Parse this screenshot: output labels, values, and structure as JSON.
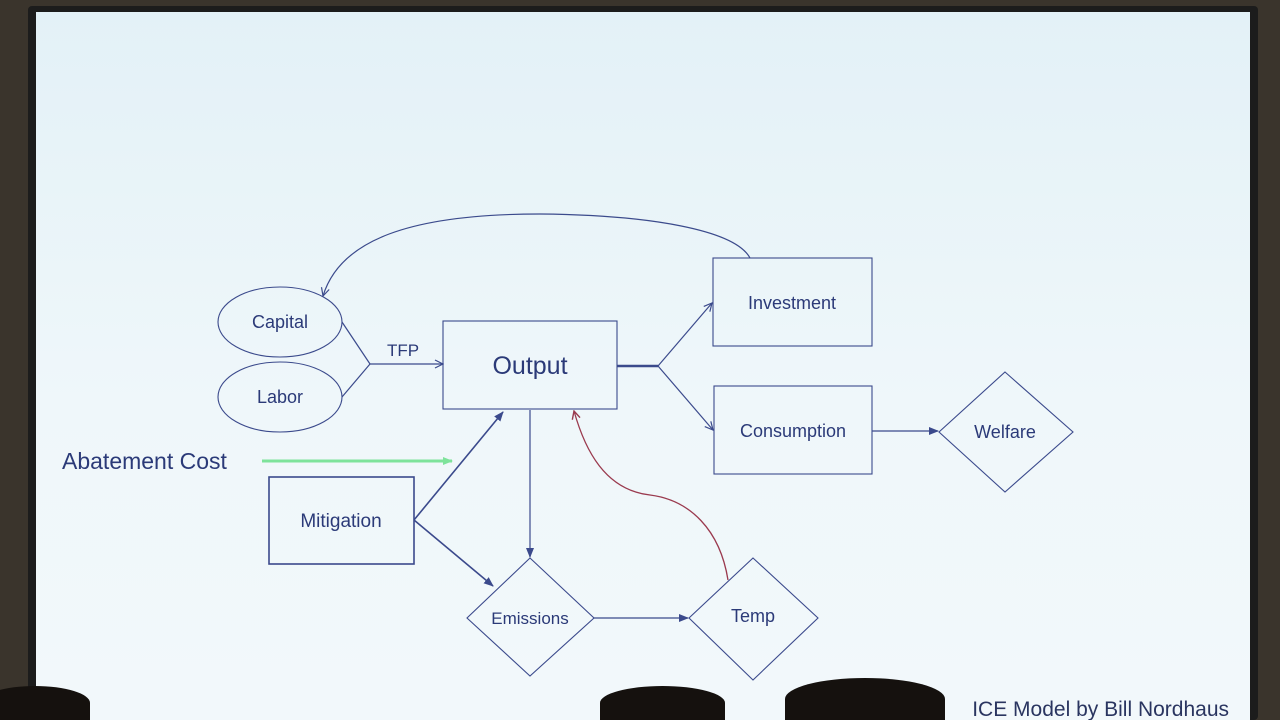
{
  "diagram": {
    "nodes": {
      "capital": "Capital",
      "labor": "Labor",
      "output": "Output",
      "investment": "Investment",
      "consumption": "Consumption",
      "welfare": "Welfare",
      "mitigation": "Mitigation",
      "emissions": "Emissions",
      "temp": "Temp"
    },
    "labels": {
      "tfp": "TFP",
      "abatement_cost": "Abatement Cost",
      "credit": "ICE Model by Bill Nordhaus"
    },
    "colors": {
      "line": "#3b4a8c",
      "text": "#2b3a78",
      "abatement_arrow": "#7ee39b",
      "feedback_arrow": "#9a3a4e"
    }
  }
}
